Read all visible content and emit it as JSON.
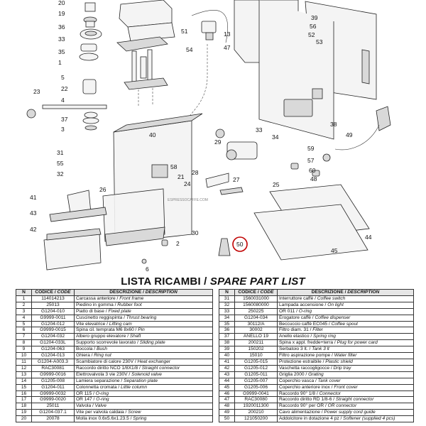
{
  "watermark": "ESPRESSOCAFFE.COM",
  "callouts": [
    "20",
    "19",
    "36",
    "33",
    "35",
    "1",
    "5",
    "22",
    "23",
    "4",
    "37",
    "3",
    "31",
    "55",
    "32",
    "26",
    "41",
    "43",
    "42",
    "2",
    "6",
    "30",
    "58",
    "40",
    "29",
    "21",
    "51",
    "54",
    "13",
    "47",
    "28",
    "24",
    "27",
    "25",
    "33",
    "34",
    "59",
    "57",
    "60",
    "48",
    "38",
    "49",
    "53",
    "44",
    "45",
    "39",
    "56",
    "52",
    "50"
  ],
  "list": {
    "title_main": "LISTA RICAMBI / ",
    "title_italic": "SPARE PART LIST",
    "headers": {
      "n": "N",
      "code_it": "CODICE / ",
      "code_en": "CODE",
      "desc_it": "DESCRIZIONE / ",
      "desc_en": "DESCRIPTION"
    },
    "left": [
      {
        "n": "1",
        "code": "114014213",
        "it": "Carcassa anteriore / ",
        "en": "Front frame"
      },
      {
        "n": "2",
        "code": "25013",
        "it": "Piedino in gomma / ",
        "en": "Rubber foot"
      },
      {
        "n": "3",
        "code": "G1204-010",
        "it": "Piatto di base / ",
        "en": "Fixed plate"
      },
      {
        "n": "4",
        "code": "G9999-0011",
        "it": "Cuscinetto reggispinta / ",
        "en": "Thrust bearing"
      },
      {
        "n": "5",
        "code": "G1204-012",
        "it": "Vite elevatrice / ",
        "en": "Lifting cam"
      },
      {
        "n": "6",
        "code": "G9999-0015",
        "it": "Spina cil. temprata M6 8x60 / ",
        "en": "Pin"
      },
      {
        "n": "7",
        "code": "G1204-032",
        "it": "Albero gruppo elevatore / ",
        "en": "Shaft"
      },
      {
        "n": "8",
        "code": "G1204-033L",
        "it": "Supporto scorrevole lavorato / ",
        "en": "Sliding plate"
      },
      {
        "n": "9",
        "code": "G1204-063",
        "it": "Boccola / ",
        "en": "Bush"
      },
      {
        "n": "10",
        "code": "G1204-013",
        "it": "Ghiera / ",
        "en": "Ring nut"
      },
      {
        "n": "11",
        "code": "G1204-A003.3",
        "it": "Scambiatore di calore 230V / ",
        "en": "Heat exchanger"
      },
      {
        "n": "12",
        "code": "RAC30081",
        "it": "Raccordo diritto NCO 1/8X1/8 / ",
        "en": "Straight connector"
      },
      {
        "n": "13",
        "code": "G9999-0016",
        "it": "Elettrovalvola 3 vie 230V / ",
        "en": "Solenoid valve"
      },
      {
        "n": "14",
        "code": "G1205-008",
        "it": "Lamiera separazione / ",
        "en": "Separation plate"
      },
      {
        "n": "15",
        "code": "G1204-011",
        "it": "Colonnetta cromata / ",
        "en": "Little column"
      },
      {
        "n": "16",
        "code": "G9999-0032",
        "it": "OR 115 / ",
        "en": "O-ring"
      },
      {
        "n": "17",
        "code": "G9999-0020",
        "it": "OR 147 / ",
        "en": "O-ring"
      },
      {
        "n": "18",
        "code": "25011",
        "it": "Valvola / ",
        "en": "Valve"
      },
      {
        "n": "19",
        "code": "G1204-037.1",
        "it": "Vite per valvola caldaia / ",
        "en": "Screw"
      },
      {
        "n": "20",
        "code": "20078",
        "it": "Molla inox 0.6x5.6x1.23.5 / ",
        "en": "Spring"
      }
    ],
    "right": [
      {
        "n": "31",
        "code": "1560031000",
        "it": "Interruttore caffè / ",
        "en": "Coffee switch"
      },
      {
        "n": "32",
        "code": "1560080000",
        "it": "Lampada accensione / ",
        "en": "On light"
      },
      {
        "n": "33",
        "code": "250225",
        "it": "OR 011 / ",
        "en": "O-ring"
      },
      {
        "n": "34",
        "code": "G1204-034",
        "it": "Erogatore caffè / ",
        "en": "Coffee dispenser"
      },
      {
        "n": "35",
        "code": "30112/A",
        "it": "Beccuccio caffè EC045 / ",
        "en": "Coffee spout"
      },
      {
        "n": "36",
        "code": "30002",
        "it": "Filtro diam. 31 / ",
        "en": "Filter"
      },
      {
        "n": "37",
        "code": "ANELLO 19",
        "it": "Anello elastico / ",
        "en": "Spring ring"
      },
      {
        "n": "38",
        "code": "200211",
        "it": "Spina x appl. fredde+terra / ",
        "en": "Plug for power card"
      },
      {
        "n": "39",
        "code": "150202",
        "it": "Serbatoio 3 lt. / ",
        "en": "Tank 3 lt"
      },
      {
        "n": "40",
        "code": "15010",
        "it": "Filtro aspirazione pompe / ",
        "en": "Water filter"
      },
      {
        "n": "41",
        "code": "G1205-015",
        "it": "Protezione estraibile / ",
        "en": "Plastic shield"
      },
      {
        "n": "42",
        "code": "G1205-012",
        "it": "Vaschetta raccogligocce / ",
        "en": "Drip tray"
      },
      {
        "n": "43",
        "code": "G1205-011",
        "it": "Griglia 2000 / ",
        "en": "Grating"
      },
      {
        "n": "44",
        "code": "G1205-007",
        "it": "Coperchio vasca / ",
        "en": "Tank cover"
      },
      {
        "n": "45",
        "code": "G1205-006",
        "it": "Coperchio anteriore inox / ",
        "en": "Front cover"
      },
      {
        "n": "46",
        "code": "G9999-0041",
        "it": "Raccordo 90° 1/8 / ",
        "en": "Connector"
      },
      {
        "n": "47",
        "code": "RAC30080",
        "it": "Raccordo diritto RD 1/8-6 / ",
        "en": "Straight connector"
      },
      {
        "n": "48",
        "code": "1920011300",
        "it": "Raccordo 90° per OR / ",
        "en": "OR connector"
      },
      {
        "n": "49",
        "code": "200210",
        "it": "Cavo alimentazione / ",
        "en": "Power supply cord guide"
      },
      {
        "n": "50",
        "code": "121050200",
        "it": "Addolcitore in dotazione 4 pz / ",
        "en": "Softener (supplied 4 pcs)"
      }
    ]
  }
}
